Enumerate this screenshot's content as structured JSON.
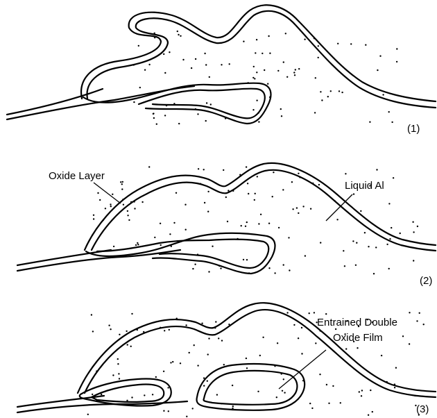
{
  "panels": [
    {
      "number": "(1)"
    },
    {
      "number": "(2)",
      "labels": {
        "oxide_layer": "Oxide Layer",
        "liquid_al": "Liquid Al"
      }
    },
    {
      "number": "(3)",
      "labels": {
        "film_line1": "Entrained Double",
        "film_line2": "Oxide Film"
      }
    }
  ]
}
